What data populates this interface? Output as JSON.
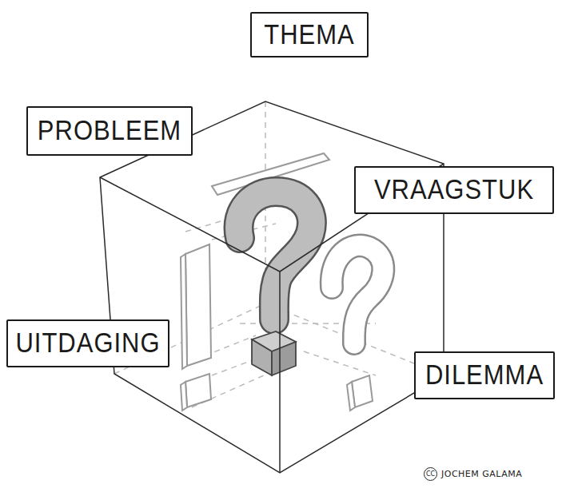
{
  "diagram": {
    "nodes": [
      {
        "text": [
          "THEMA"
        ]
      },
      {
        "text": [
          "PROBLEEM"
        ]
      },
      {
        "text": [
          "VRAAGSTUK"
        ]
      },
      {
        "text": [
          "UITDAGING"
        ]
      },
      {
        "text": [
          "DILEMMA"
        ]
      }
    ],
    "labels": [
      "CC",
      "JOCHEM GALAMA"
    ]
  }
}
